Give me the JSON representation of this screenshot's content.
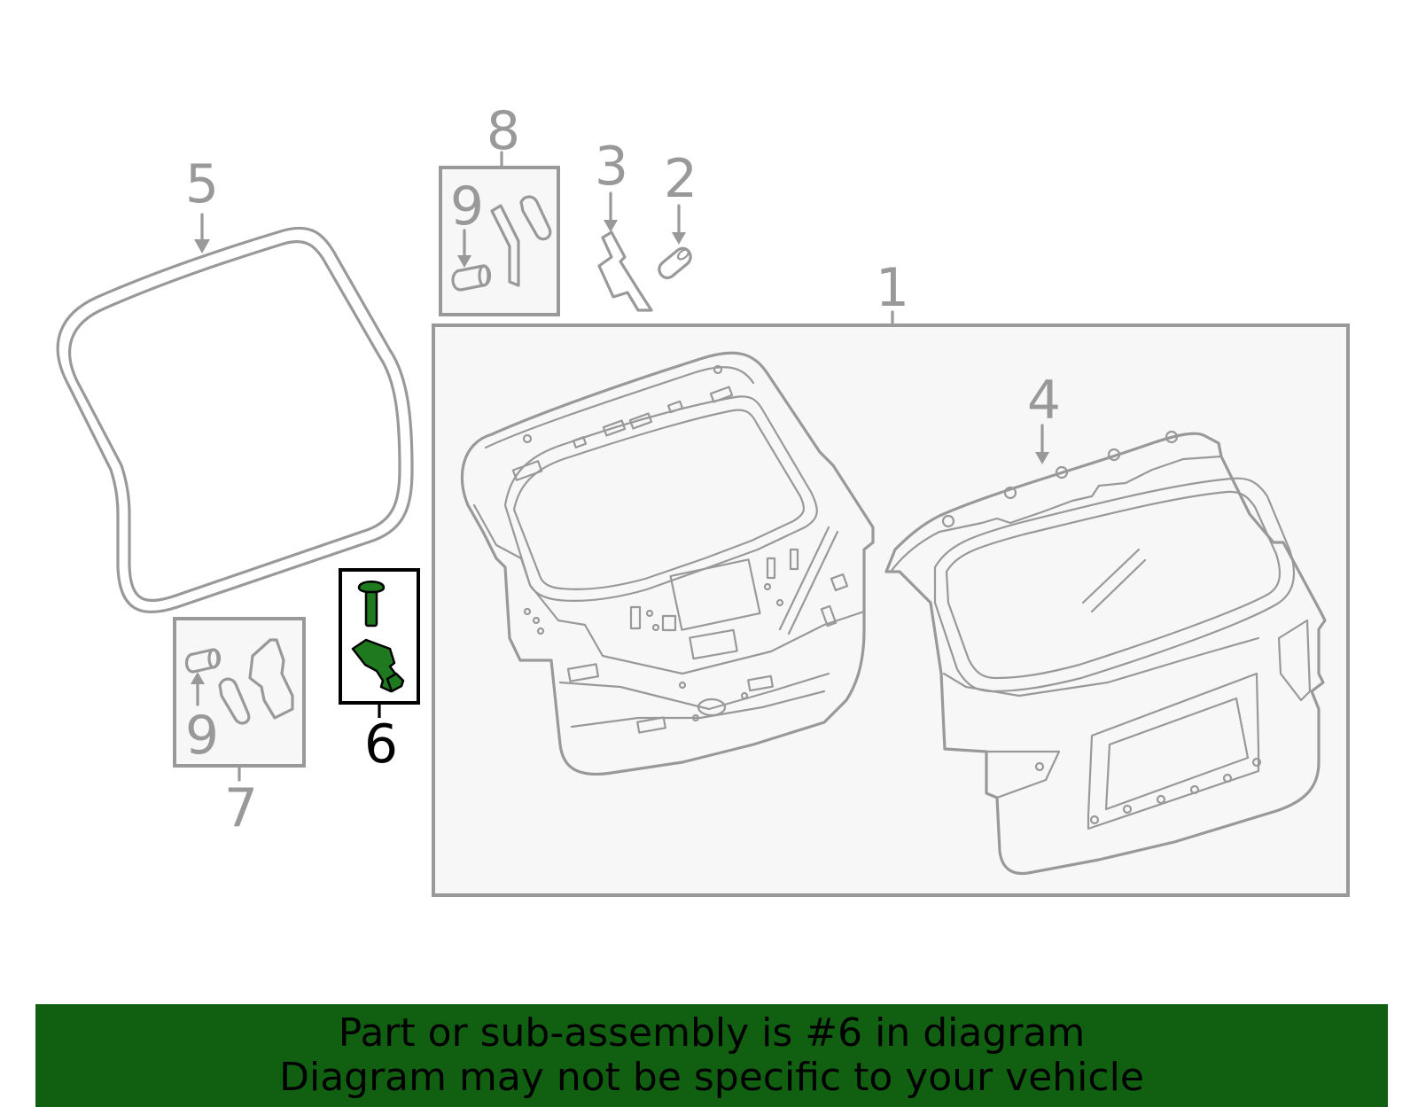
{
  "callouts": {
    "c1": "1",
    "c2": "2",
    "c3": "3",
    "c4": "4",
    "c5": "5",
    "c6": "6",
    "c7": "7",
    "c8": "8",
    "c9a": "9",
    "c9b": "9"
  },
  "highlighted_part": "6",
  "colors": {
    "line": "#999999",
    "highlight_fill": "#1f7a1f",
    "banner": "#116011"
  },
  "banner": {
    "line1": "Part or sub-assembly is #6 in diagram",
    "line2": "Diagram may not be specific to your vehicle"
  }
}
